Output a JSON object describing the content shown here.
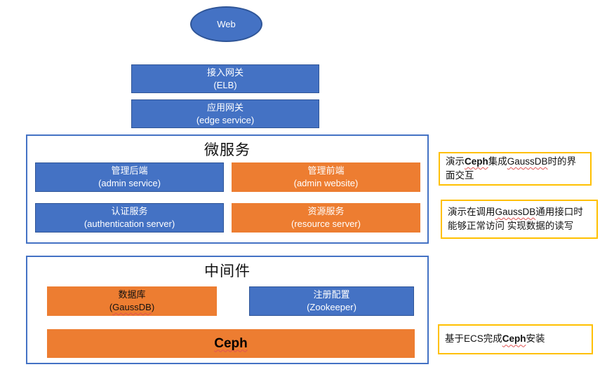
{
  "web": {
    "label": "Web"
  },
  "gateway_elb": {
    "line1": "接入网关",
    "line2": "(ELB)"
  },
  "gateway_edge": {
    "line1": "应用网关",
    "line2": "(edge service)"
  },
  "microservices": {
    "title": "微服务",
    "admin_service": {
      "line1": "管理后端",
      "line2": "(admin service)"
    },
    "admin_website": {
      "line1": "管理前端",
      "line2": "(admin website)"
    },
    "auth_server": {
      "line1": "认证服务",
      "line2": "(authentication server)"
    },
    "resource_server": {
      "line1": "资源服务",
      "line2": "(resource server)"
    }
  },
  "middleware": {
    "title": "中间件",
    "gaussdb": {
      "line1": "数据库",
      "paren_open": "(",
      "name": "GaussDB",
      "paren_close": ")"
    },
    "zookeeper": {
      "line1": "注册配置",
      "line2": "(Zookeeper)"
    },
    "ceph": {
      "label": "Ceph"
    }
  },
  "notes": [
    {
      "segments": [
        {
          "text": "演示"
        },
        {
          "text": "Ceph"
        },
        {
          "text": "集成"
        },
        {
          "text": "GaussDB"
        },
        {
          "text": "时的界面交互"
        }
      ]
    },
    {
      "segments": [
        {
          "text": "演示在调用"
        },
        {
          "text": "GaussDB"
        },
        {
          "text": "通用接口时能够正常访问 实现数据的读写"
        }
      ]
    },
    {
      "segments": [
        {
          "text": "基于ECS完成"
        },
        {
          "text": "Ceph"
        },
        {
          "text": "安装"
        }
      ]
    }
  ],
  "colors": {
    "blue": "#4472C4",
    "blue_border": "#2F5597",
    "orange": "#ED7D31",
    "container_border": "#4472C4",
    "note_border": "#FFC000",
    "squiggle": "#E05252"
  }
}
